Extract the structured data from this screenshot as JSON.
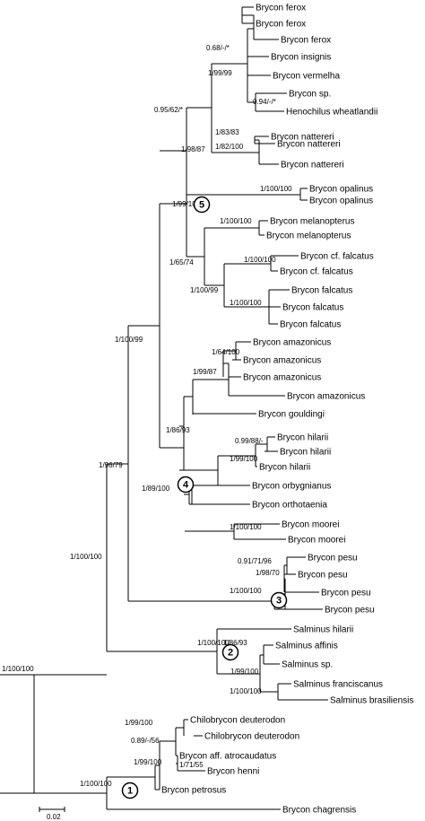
{
  "figure": {
    "tips": [
      "Brycon ferox",
      "Brycon ferox",
      "Brycon ferox",
      "Brycon insignis",
      "Brycon vermelha",
      "Brycon sp.",
      "Henochilus wheatlandii",
      "Brycon nattereri",
      "Brycon nattereri",
      "Brycon nattereri",
      "Brycon opalinus",
      "Brycon opalinus",
      "Brycon melanopterus",
      "Brycon melanopterus",
      "Brycon cf. falcatus",
      "Brycon cf. falcatus",
      "Brycon falcatus",
      "Brycon falcatus",
      "Brycon falcatus",
      "Brycon amazonicus",
      "Brycon amazonicus",
      "Brycon amazonicus",
      "Brycon amazonicus",
      "Brycon gouldingi",
      "Brycon hilarii",
      "Brycon hilarii",
      "Brycon hilarii",
      "Brycon orbygnianus",
      "Brycon orthotaenia",
      "Brycon moorei",
      "Brycon moorei",
      "Brycon pesu",
      "Brycon pesu",
      "Brycon pesu",
      "Brycon pesu",
      "Salminus hilarii",
      "Salminus affinis",
      "Salminus sp.",
      "Salminus franciscanus",
      "Salminus brasiliensis",
      "Chilobrycon deuterodon",
      "Chilobrycon deuterodon",
      "Brycon aff. atrocaudatus",
      "Brycon henni",
      "Brycon petrosus",
      "Brycon chagrensis"
    ],
    "supports": [
      "0.68/-/*",
      "1/99/99",
      "0.94/-/*",
      "0.95/62/*",
      "1/83/83",
      "1/82/100",
      "1/98/87",
      "1/100/100",
      "1/99/100",
      "1/100/100",
      "1/65/74",
      "1/100/100",
      "1/100/99",
      "1/100/100",
      "1/100/99",
      "1/64/100",
      "1/99/87",
      "1/86/93",
      "0.99/88/-",
      "1/99/100",
      "1/89/100",
      "1/100/100",
      "1/96/79",
      "0.91/71/96",
      "1/98/70",
      "1/100/100",
      "1/100/100",
      "1/86/93",
      "1/100/100",
      "1/99/100",
      "1/100/100",
      "1/99/100",
      "0.89/-/56",
      "1/71/55",
      "1/99/100",
      "1/100/100",
      "1/100/100"
    ],
    "clade_labels": [
      "1",
      "2",
      "3",
      "4",
      "5"
    ],
    "scale_label": "0.02"
  }
}
